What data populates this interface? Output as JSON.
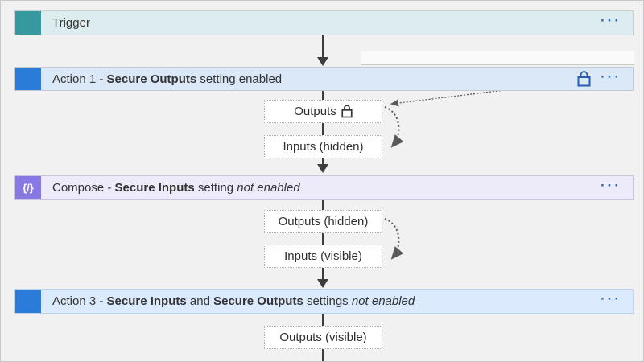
{
  "canvas": {
    "background": "#f1f1f1",
    "border_color": "#c8c8c8",
    "connector_color": "#3d3d3d",
    "dotted_arrow_color": "#5a5a5a"
  },
  "icons": {
    "trigger": "trigger-icon (teal square)",
    "action": "action-icon (blue square)",
    "compose": "compose-icon (purple square with braces glyph)",
    "lock": "lock-icon (padlock outline)",
    "more": "ellipsis-more-icon"
  },
  "nodes": [
    {
      "name": "trigger",
      "icon": {
        "color": "#35999f",
        "glyph": ""
      },
      "bar_bg": "#ddedef",
      "bar_border": "#c7cfd0",
      "title_segments": [
        {
          "t": "Trigger"
        }
      ],
      "ellipsis": "···"
    },
    {
      "name": "action-1",
      "icon": {
        "color": "#2b7cd9",
        "glyph": ""
      },
      "bar_bg": "#dae8f8",
      "bar_border": "#c3c9d2",
      "title_segments": [
        {
          "t": "Action 1 - "
        },
        {
          "t": "Secure Outputs",
          "b": true
        },
        {
          "t": " setting enabled"
        }
      ],
      "has_lock": true,
      "lock_color": "#2b5dae",
      "ellipsis": "···"
    },
    {
      "name": "compose",
      "icon": {
        "color": "#8878e4",
        "glyph": "{/}"
      },
      "bar_bg": "#edeafa",
      "bar_border": "#c9c5dd",
      "title_segments": [
        {
          "t": "Compose - "
        },
        {
          "t": "Secure Inputs",
          "b": true
        },
        {
          "t": " setting "
        },
        {
          "t": "not enabled",
          "i": true
        }
      ],
      "ellipsis": "···"
    },
    {
      "name": "action-3",
      "icon": {
        "color": "#2b7cd9",
        "glyph": ""
      },
      "bar_bg": "#dbeafd",
      "bar_border": "#bed2e8",
      "title_segments": [
        {
          "t": "Action 3 - "
        },
        {
          "t": "Secure Inputs",
          "b": true
        },
        {
          "t": " and "
        },
        {
          "t": "Secure Outputs",
          "b": true
        },
        {
          "t": " settings "
        },
        {
          "t": "not enabled",
          "i": true
        }
      ],
      "ellipsis": "···"
    }
  ],
  "io_boxes": [
    {
      "label": "Outputs",
      "has_lock": true
    },
    {
      "label": "Inputs (hidden)"
    },
    {
      "label": "Outputs (hidden)"
    },
    {
      "label": "Inputs (visible)"
    },
    {
      "label": "Outputs (visible)"
    }
  ]
}
